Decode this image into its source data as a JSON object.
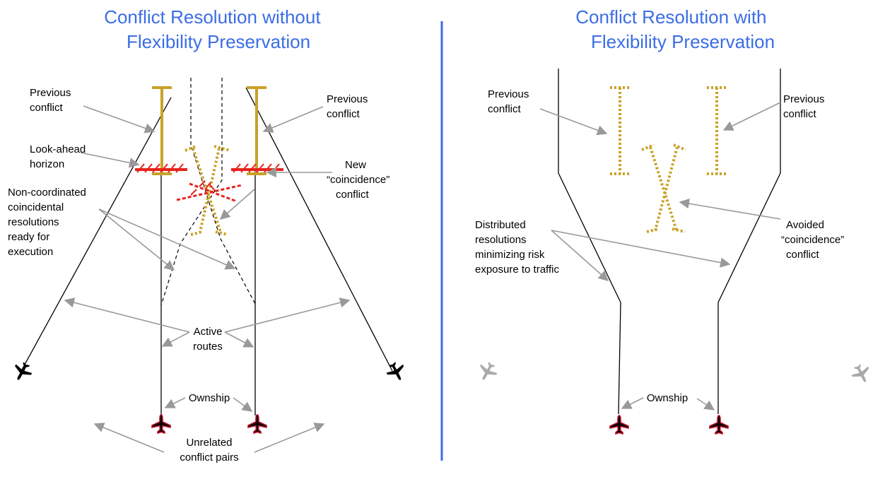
{
  "left_panel": {
    "title": [
      "Conflict Resolution without",
      "Flexibility Preservation"
    ],
    "labels": {
      "previous_conflict_left": [
        "Previous",
        "conflict"
      ],
      "previous_conflict_right": [
        "Previous",
        "conflict"
      ],
      "look_ahead": [
        "Look-ahead",
        "horizon"
      ],
      "new_conflict": [
        "New",
        "“coincidence”",
        "conflict"
      ],
      "non_coordinated": [
        "Non-coordinated",
        "coincidental",
        "resolutions",
        "ready for",
        "execution"
      ],
      "active_routes": [
        "Active",
        "routes"
      ],
      "ownship": "Ownship",
      "unrelated": [
        "Unrelated",
        "conflict pairs"
      ]
    }
  },
  "right_panel": {
    "title": [
      "Conflict Resolution with",
      "Flexibility Preservation"
    ],
    "labels": {
      "previous_conflict_left": [
        "Previous",
        "conflict"
      ],
      "previous_conflict_right": [
        "Previous",
        "conflict"
      ],
      "distributed": [
        "Distributed",
        "resolutions",
        "minimizing risk",
        "exposure to traffic"
      ],
      "avoided": [
        "Avoided",
        "“coincidence”",
        "conflict"
      ],
      "ownship": "Ownship"
    }
  },
  "colors": {
    "title": "#3b6de6",
    "divider": "#3b6de6",
    "conflict": "#c9a227",
    "horizon": "#e8221b",
    "arrow": "#999999",
    "ownship_outline": "#c0102a",
    "faded_aircraft": "#aaaaaa"
  },
  "icons": [
    "aircraft-icon",
    "arrow-icon"
  ]
}
